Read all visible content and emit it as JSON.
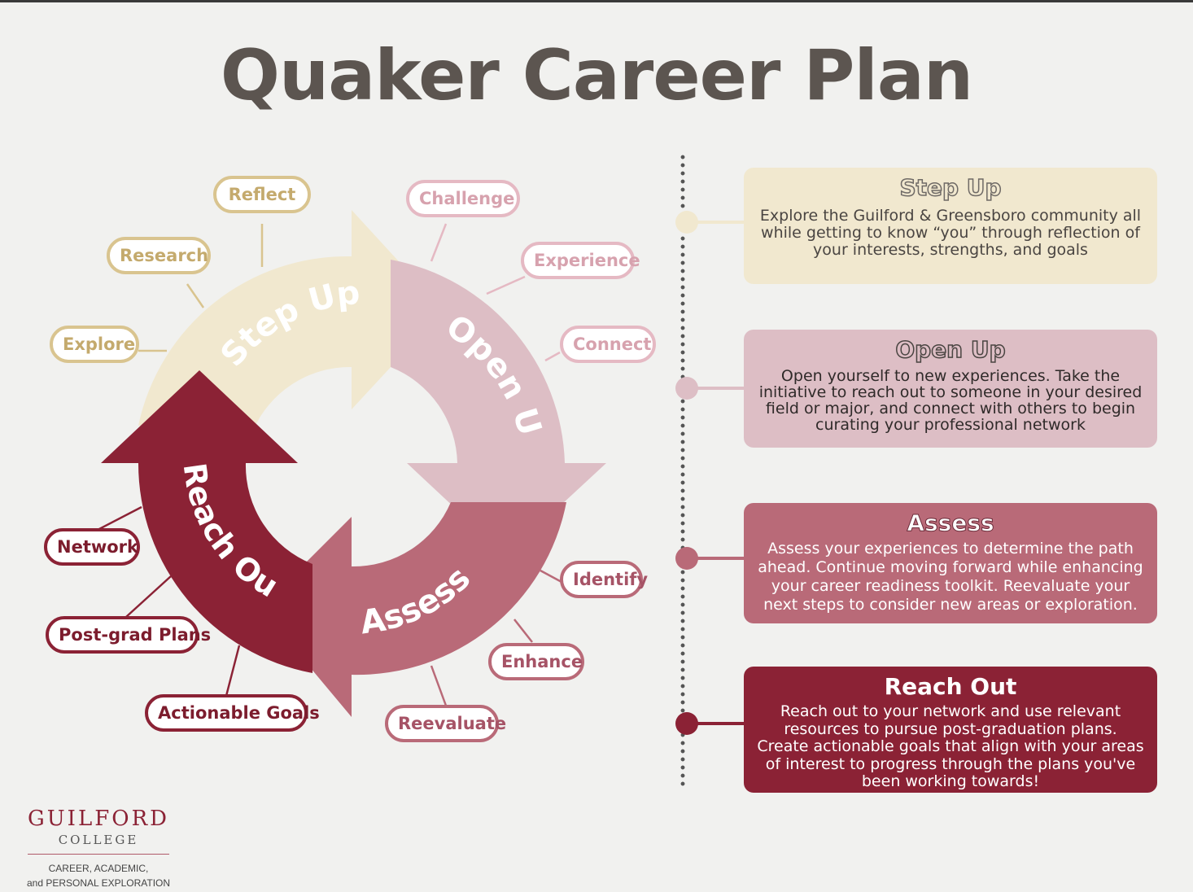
{
  "title": "Quaker Career Plan",
  "colors": {
    "step_up": "#f1e8cf",
    "open_up": "#ddbec5",
    "assess": "#b96a78",
    "reach_out": "#8b2235",
    "background": "#f1f1ef",
    "title_text": "#5c5550"
  },
  "cycle": {
    "segments": [
      {
        "label": "Step Up"
      },
      {
        "label": "Open Up"
      },
      {
        "label": "Assess"
      },
      {
        "label": "Reach Out"
      }
    ],
    "actions": {
      "reflect": "Reflect",
      "research": "Research",
      "explore": "Explore",
      "challenge": "Challenge",
      "experience": "Experience",
      "connect": "Connect",
      "identify": "Identify",
      "enhance": "Enhance",
      "reevaluate": "Reevaluate",
      "network": "Network",
      "post_grad": "Post-grad Plans",
      "actionable_goals": "Actionable Goals"
    }
  },
  "phases": [
    {
      "title": "Step Up",
      "text": "Explore the Guilford & Greensboro community all while getting to know “you” through reflection of your interests, strengths, and goals"
    },
    {
      "title": "Open Up",
      "text": "Open yourself to new experiences. Take the initiative to reach out to someone in your desired field or major, and connect with others to begin curating your professional network"
    },
    {
      "title": "Assess",
      "text": "Assess your experiences to determine the path ahead. Continue moving forward while enhancing your career readiness toolkit. Reevaluate your next steps to consider new areas or exploration."
    },
    {
      "title": "Reach Out",
      "text": "Reach out to your network and use relevant resources to pursue post-graduation plans. Create actionable goals that align with your areas of interest to progress through the plans you've been working towards!"
    }
  ],
  "logo": {
    "name": "GUILFORD",
    "sub": "COLLEGE",
    "dept_line1": "CAREER, ACADEMIC,",
    "dept_line2": "and PERSONAL EXPLORATION"
  }
}
